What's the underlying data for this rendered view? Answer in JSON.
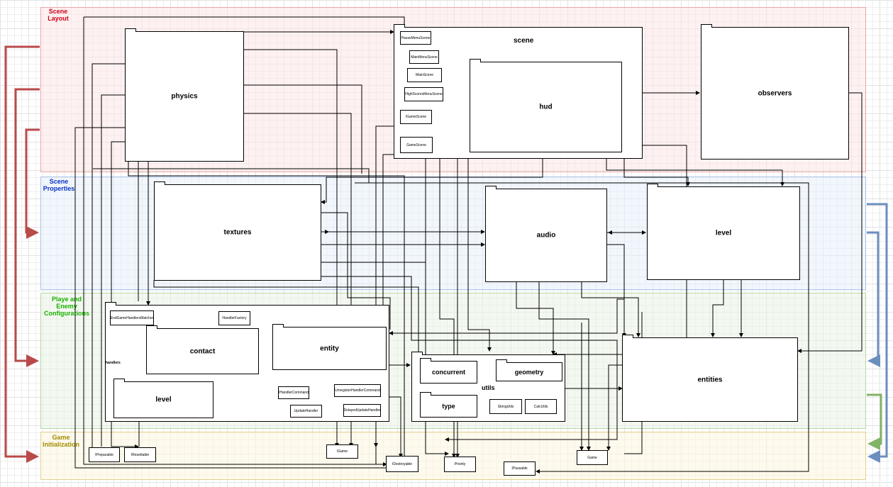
{
  "zones": {
    "scene_layout": "Scene Layout",
    "scene_properties": "Scene Properties",
    "player_enemy": "Playe and Enemy Configurations",
    "game_init": "Game Initialization"
  },
  "colors": {
    "red": "#b94a48",
    "blue": "#6c8ebf",
    "green": "#82b366",
    "gold": "#b09500",
    "zone_red_bg": "#fdeeee",
    "zone_blue_bg": "#f0f4fb",
    "zone_green_bg": "#f0f6ec",
    "zone_gold_bg": "#fdf9ec"
  },
  "packages": {
    "physics": "physics",
    "scene": "scene",
    "hud": "hud",
    "observers": "observers",
    "textures": "textures",
    "audio": "audio",
    "level": "level",
    "entities": "entities",
    "handlers": "handlers",
    "contact": "contact",
    "entity": "entity",
    "handlers_level": "level",
    "utils": "utils",
    "concurrent": "concurrent",
    "geometry": "geometry",
    "type": "type"
  },
  "classes": {
    "pause_menu_scene": "PauseMenuScene",
    "main_menu_scene": "MainMenuScene",
    "main_scene": "MainScene",
    "high_scores_menu_scene": "HighScoresMenuScene",
    "igame_scene": "IGameScene",
    "game_scene": "GameScene",
    "end_game_handlers_matcher": "EndGameHandlersMatcher",
    "handler_factory": "HandlerFactory",
    "ihandler_command": "IHandlerCommand",
    "unregister_handler_command": "UnregisterHandlerCommand",
    "update_handler": "UpdateHandler",
    "delayed_update_handler": "DelayedUpdateHandler",
    "string_utils": "StringUtils",
    "calc_utils": "CalcUtils",
    "ipreparable": "IPreparable",
    "iresettable": "IResettable",
    "igame": "IGame",
    "idestroyable": "IDestroyable",
    "priority": "Priority",
    "ipausable": "IPausable",
    "game": "Game"
  }
}
